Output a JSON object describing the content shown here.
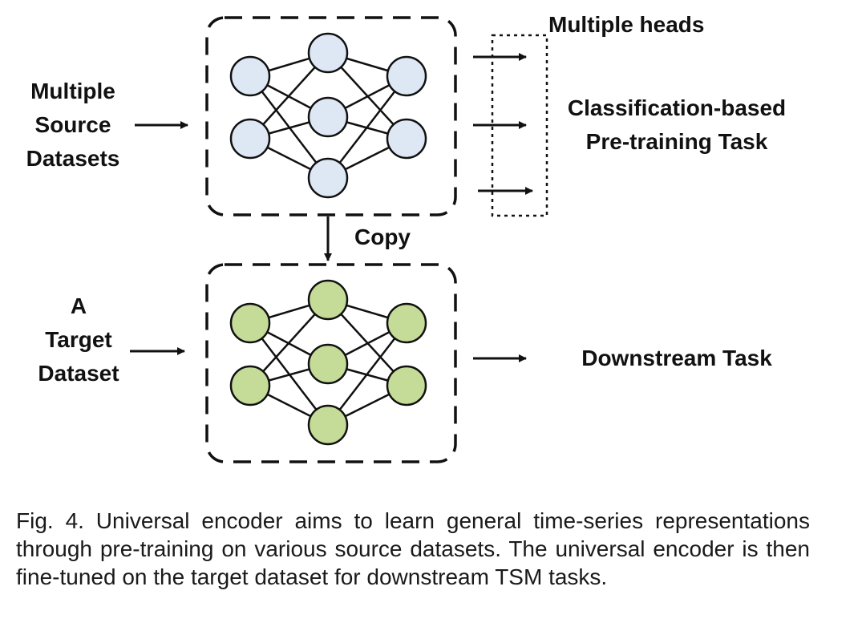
{
  "labels": {
    "source_line1": "Multiple",
    "source_line2": "Source",
    "source_line3": "Datasets",
    "target_line1": "A",
    "target_line2": "Target",
    "target_line3": "Dataset",
    "multiple_heads": "Multiple heads",
    "pretrain_line1": "Classification-based",
    "pretrain_line2": "Pre-training Task",
    "copy": "Copy",
    "downstream": "Downstream Task"
  },
  "networks": {
    "pretrain_node_fill": "#dde8f4",
    "downstream_node_fill": "#c4dc98",
    "edge_color": "#111111",
    "layers": [
      2,
      3,
      2
    ]
  },
  "caption": "Fig. 4. Universal encoder aims to learn general time-series representations through pre-training on various source datasets. The universal encoder is then fine-tuned on the target dataset for downstream TSM tasks."
}
